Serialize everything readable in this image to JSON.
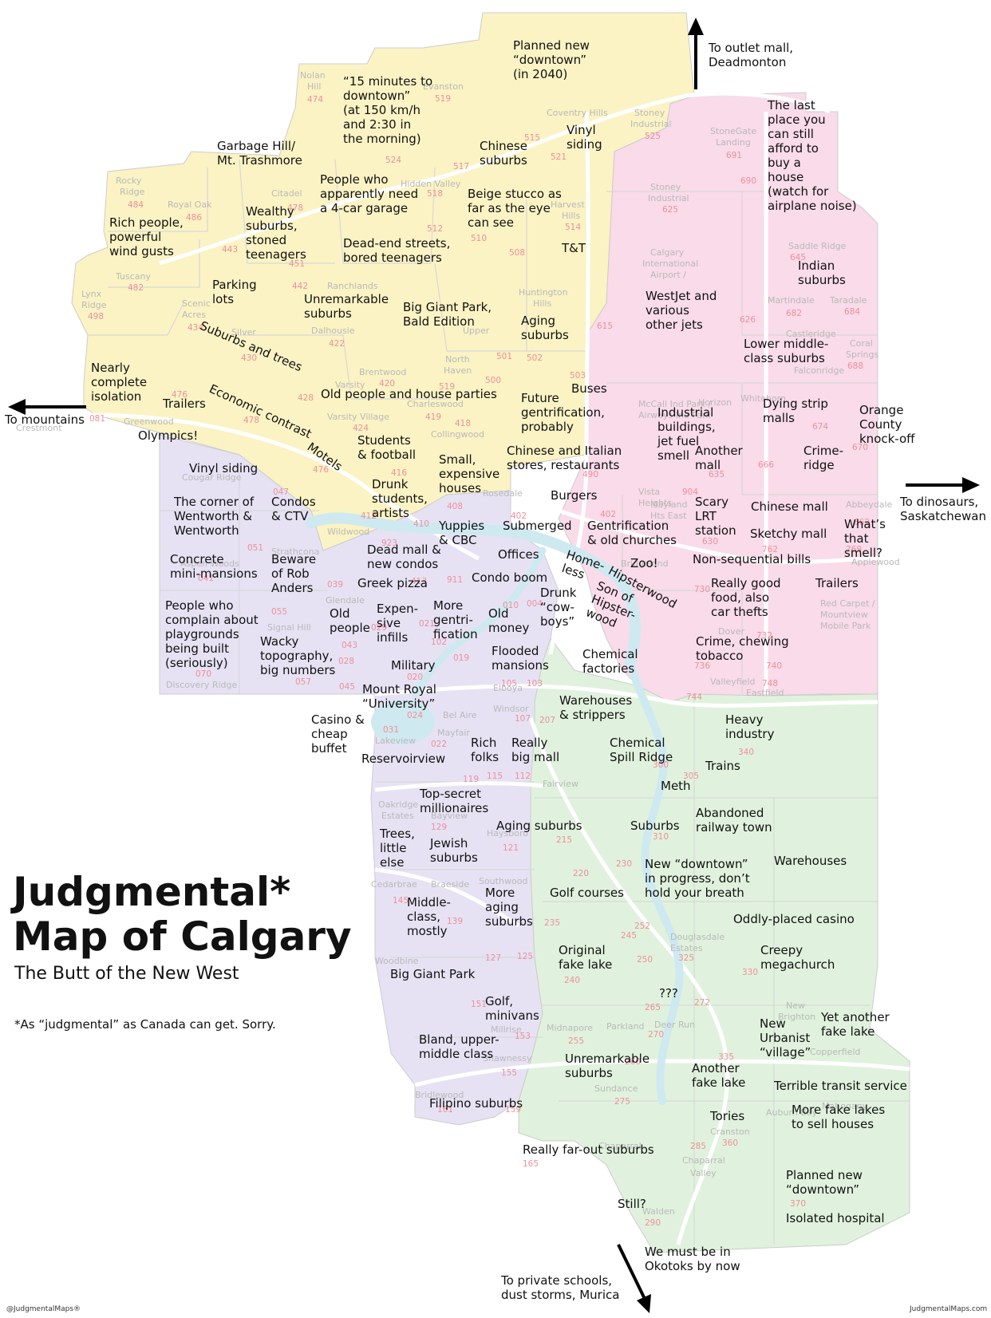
{
  "map": {
    "title": "Judgmental*\nMap of Calgary",
    "subtitle": "The Butt of the New West",
    "footnote": "*As “judgmental” as Canada can get. Sorry.",
    "credit_left": "@JudgmentalMaps®",
    "credit_right": "JudgmentalMaps.com",
    "colors": {
      "northwest": "#fbf3c4",
      "northeast": "#f9dbe9",
      "southwest": "#e6e2f4",
      "southeast": "#e0f2dd",
      "river": "#cfe9f1",
      "roads": "#ffffff",
      "borders": "#cccccc"
    },
    "labels": [
      "Planned new\n“downtown”\n(in 2040)",
      "To outlet mall,\nDeadmonton",
      "“15 minutes to\ndowntown”\n(at 150 km/h\nand 2:30 in\nthe morning)",
      "Vinyl\nsiding",
      "The last\nplace you\ncan still\nafford to\nbuy a\nhouse\n(watch for\nairplane noise)",
      "Garbage Hill/\nMt. Trashmore",
      "Chinese\nsuburbs",
      "People who\napparently need\na 4-car garage",
      "Beige stucco as\nfar as the eye\ncan see",
      "Wealthy\nsuburbs,\nstoned\nteenagers",
      "Rich people,\npowerful\nwind gusts",
      "Dead-end streets,\nbored teenagers",
      "T&T",
      "Indian\nsuburbs",
      "Parking\nlots",
      "Unremarkable\nsuburbs",
      "Big Giant Park,\nBald Edition",
      "WestJet and\nvarious\nother jets",
      "Aging\nsuburbs",
      "Lower middle-\nclass suburbs",
      "Suburbs and trees",
      "Nearly\ncomplete\nisolation",
      "Buses",
      "Old people and house parties",
      "To mountains",
      "Trailers",
      "Economic contrast",
      "Future\ngentrification,\nprobably",
      "Industrial\nbuildings,\njet fuel\nsmell",
      "Dying strip\nmalls",
      "Orange\nCounty\nknock-off",
      "Olympics!",
      "Students\n& football",
      "Motels",
      "Small,\nexpensive\nhouses",
      "Chinese and Italian\nstores, restaurants",
      "Another\nmall",
      "Crime-\nridge",
      "Vinyl siding",
      "Drunk\nstudents,\nartists",
      "Burgers",
      "Scary\nLRT\nstation",
      "Chinese mall",
      "To dinosaurs,\nSaskatchewan",
      "The corner of\nWentworth &\nWentworth",
      "Condos\n& CTV",
      "Yuppies\n& CBC",
      "Submerged",
      "Gentrification\n& old churches",
      "Sketchy mall",
      "What’s\nthat\nsmell?",
      "Dead mall &\nnew condos",
      "Offices",
      "Home-\nless",
      "Zoo!",
      "Non-sequential bills",
      "Concrete\nmini-mansions",
      "Beware\nof Rob\nAnders",
      "Greek pizza",
      "Condo boom",
      "Hipsterwood",
      "Really good\nfood, also\ncar thefts",
      "Trailers",
      "Drunk\n“cow-\nboys”",
      "Son of\nHipster-\nwood",
      "People who\ncomplain about\nplaygrounds\nbeing built\n(seriously)",
      "Old\npeople",
      "Expen-\nsive\ninfills",
      "More\ngentri-\nfication",
      "Old\nmoney",
      "Crime, chewing\ntobacco",
      "Wacky\ntopography,\nbig numbers",
      "Flooded\nmansions",
      "Chemical\nfactories",
      "Military",
      "Mount Royal\n“University”",
      "Warehouses\n& strippers",
      "Casino &\ncheap\nbuffet",
      "Heavy\nindustry",
      "Rich\nfolks",
      "Really\nbig mall",
      "Chemical\nSpill Ridge",
      "Reservoirview",
      "Trains",
      "Meth",
      "Top-secret\nmillionaires",
      "Abandoned\nrailway town",
      "Aging suburbs",
      "Suburbs",
      "Trees,\nlittle\nelse",
      "Jewish\nsuburbs",
      "New “downtown”\nin progress, don’t\nhold your breath",
      "Warehouses",
      "Golf courses",
      "More\naging\nsuburbs",
      "Middle-\nclass,\nmostly",
      "Oddly-placed casino",
      "Original\nfake lake",
      "Creepy\nmegachurch",
      "Big Giant Park",
      "???",
      "Golf,\nminivans",
      "Yet another\nfake lake",
      "New\nUrbanist\n“village”",
      "Bland, upper-\nmiddle class",
      "Unremarkable\nsuburbs",
      "Another\nfake lake",
      "Terrible transit service",
      "More fake lakes\nto sell houses",
      "Filipino suburbs",
      "Tories",
      "Really far-out suburbs",
      "Planned new\n“downtown”",
      "Isolated hospital",
      "Still?",
      "We must be in\nOkotoks by now",
      "To private schools,\ndust storms, Murica"
    ]
  }
}
